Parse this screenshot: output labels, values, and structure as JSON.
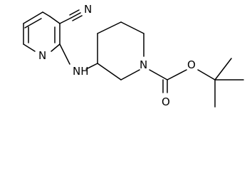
{
  "molecule": {
    "atoms": {
      "nitrile_n": "N",
      "pyridine_n": "N",
      "amine_nh": "NH",
      "piperidine_n": "N",
      "ester_o": "O",
      "carbonyl_o": "O"
    }
  }
}
